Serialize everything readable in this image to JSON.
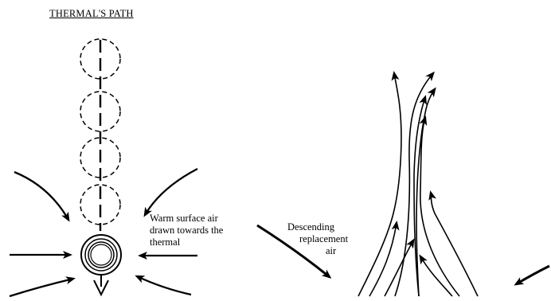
{
  "title": "THERMAL'S PATH",
  "warm_air_label": [
    "Warm surface air",
    "drawn towards the",
    "thermal"
  ],
  "descending_label": [
    "Descending",
    "replacement",
    "air"
  ]
}
